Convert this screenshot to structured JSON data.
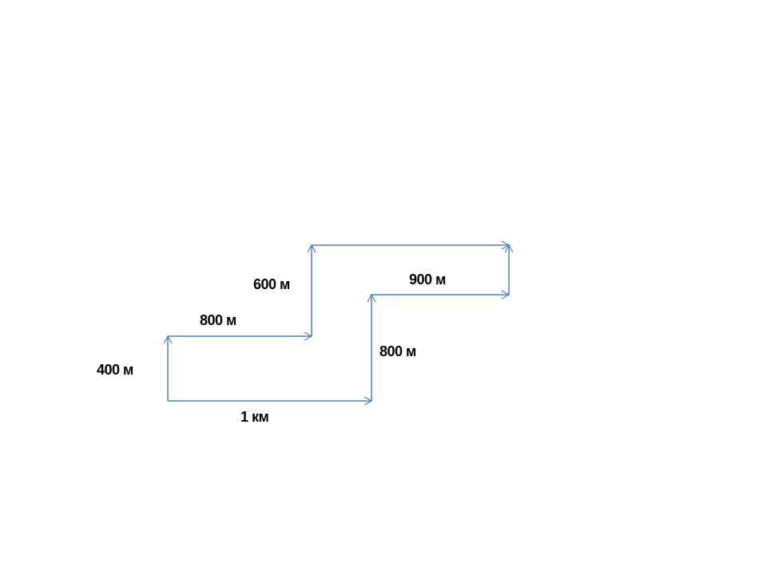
{
  "diagram": {
    "line_color": "#4f81bd",
    "labels": {
      "left_up": "400 м",
      "first_right": "800 м",
      "second_up": "600 м",
      "bottom_right": "1 км",
      "right_up": "800 м",
      "top_right": "900 м"
    }
  }
}
